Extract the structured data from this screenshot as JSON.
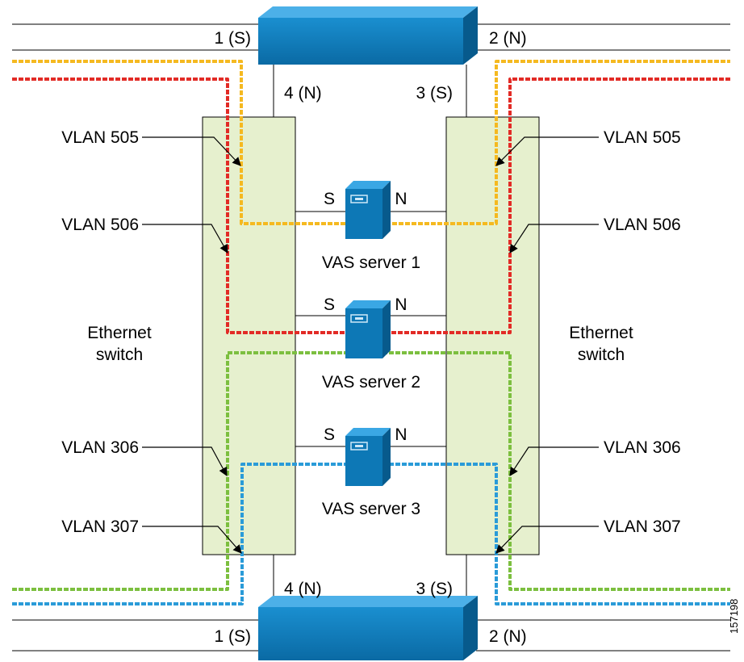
{
  "colors": {
    "vlan_505": "#f5b920",
    "vlan_506": "#e22b26",
    "vlan_306": "#7cbf3f",
    "vlan_307": "#2a9bd8",
    "router": "#0d78b6",
    "switch_fill": "#e6f0ce",
    "server": "#0d78b6"
  },
  "top_router": {
    "left_port": "1 (S)",
    "right_port": "2 (N)",
    "down_left_port": "4 (N)",
    "down_right_port": "3 (S)"
  },
  "bottom_router": {
    "left_port": "1 (S)",
    "right_port": "2 (N)",
    "up_left_port": "4 (N)",
    "up_right_port": "3 (S)"
  },
  "left_switch": {
    "label_line1": "Ethernet",
    "label_line2": "switch"
  },
  "right_switch": {
    "label_line1": "Ethernet",
    "label_line2": "switch"
  },
  "vlans": {
    "v505": "VLAN 505",
    "v506": "VLAN 506",
    "v306": "VLAN 306",
    "v307": "VLAN 307"
  },
  "servers": [
    {
      "name": "VAS server 1",
      "s_port": "S",
      "n_port": "N",
      "icon": "server-icon"
    },
    {
      "name": "VAS server 2",
      "s_port": "S",
      "n_port": "N",
      "icon": "server-icon"
    },
    {
      "name": "VAS server 3",
      "s_port": "S",
      "n_port": "N",
      "icon": "server-icon"
    }
  ],
  "figure_id": "157198"
}
